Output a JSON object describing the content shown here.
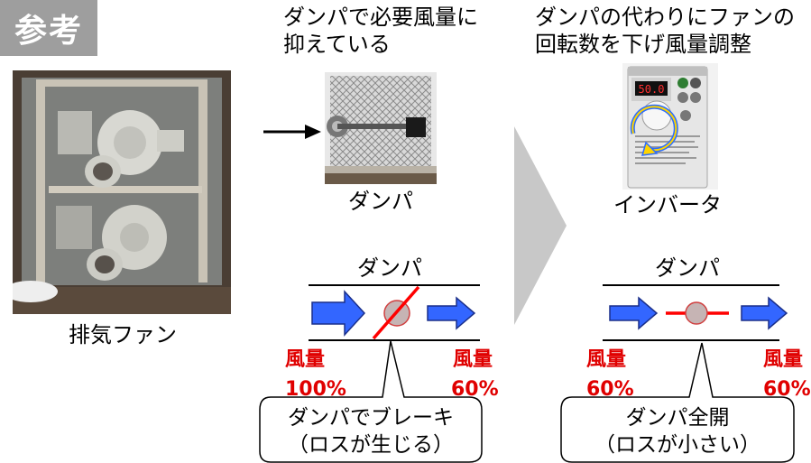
{
  "badge": "参考",
  "left": {
    "caption": "排気ファン"
  },
  "middle": {
    "title_line1": "ダンパで必要風量に",
    "title_line2": "抑えている",
    "photo_caption": "ダンパ",
    "diagram_label": "ダンパ",
    "flow_in_label": "風量",
    "flow_in_value": "100%",
    "flow_out_label": "風量",
    "flow_out_value": "60%",
    "callout_line1": "ダンパでブレーキ",
    "callout_line2": "（ロスが生じる）"
  },
  "right": {
    "title_line1": "ダンパの代わりにファンの",
    "title_line2": "回転数を下げ風量調整",
    "photo_caption": "インバータ",
    "inverter_display": "50.0",
    "diagram_label": "ダンパ",
    "flow_in_label": "風量",
    "flow_in_value": "60%",
    "flow_out_label": "風量",
    "flow_out_value": "60%",
    "callout_line1": "ダンパ全開",
    "callout_line2": "（ロスが小さい）"
  },
  "colors": {
    "accent_red": "#e00000",
    "arrow_blue": "#3366ff",
    "badge_gray": "#9e9e9e"
  }
}
